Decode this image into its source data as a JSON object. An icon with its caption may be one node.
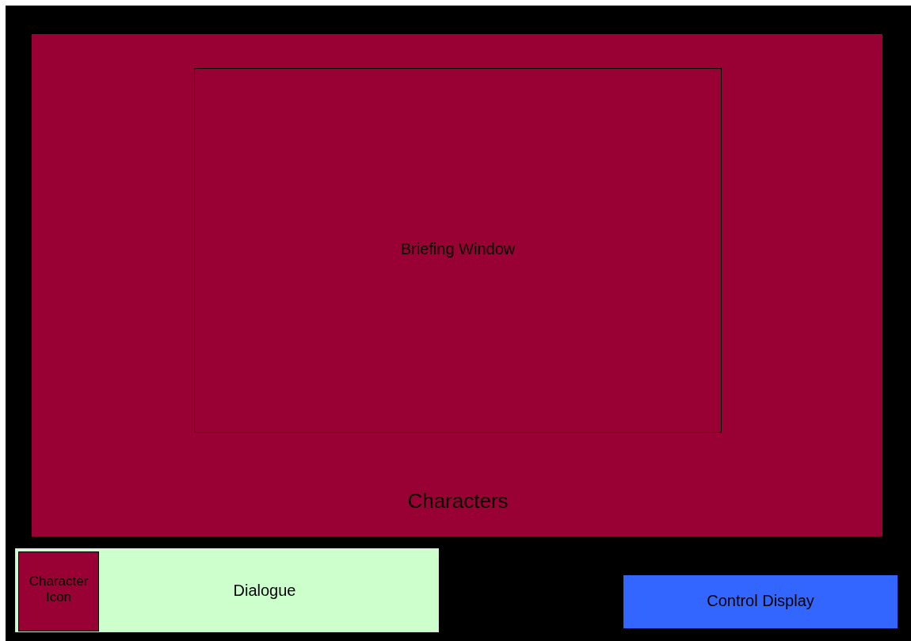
{
  "diagram": {
    "nodes": [
      {
        "text": [
          "Characters"
        ]
      },
      {
        "text": [
          "Briefing Window"
        ],
        "in": 0
      },
      {
        "text": [
          "Dialogue"
        ]
      },
      {
        "text": [
          "Character Icon"
        ],
        "in": 2
      },
      {
        "text": [
          "Control Display"
        ]
      }
    ]
  }
}
